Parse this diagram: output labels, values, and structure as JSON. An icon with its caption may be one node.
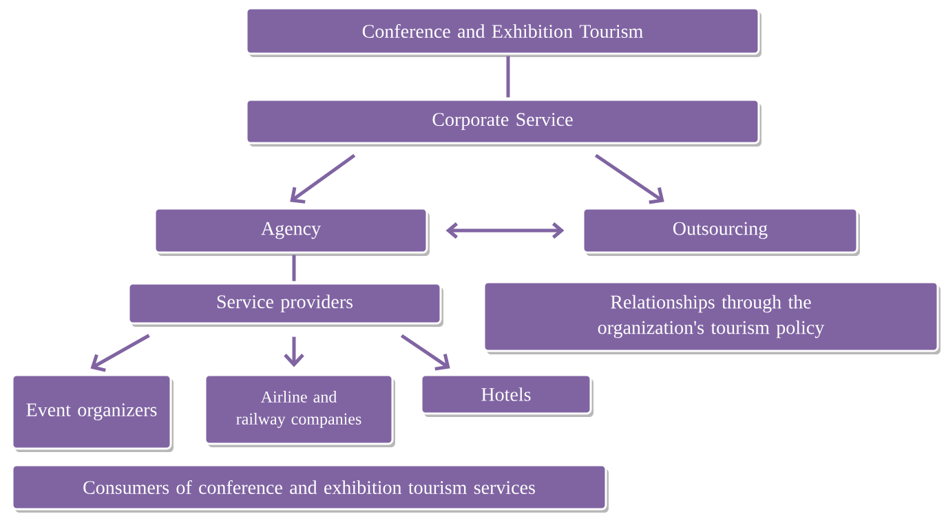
{
  "diagram": {
    "nodes": [
      {
        "text": [
          "Conference and Exhibition Tourism"
        ]
      },
      {
        "text": [
          "Corporate Service"
        ]
      },
      {
        "text": [
          "Agency"
        ]
      },
      {
        "text": [
          "Outsourcing"
        ]
      },
      {
        "text": [
          "Service providers"
        ]
      },
      {
        "text": [
          "Relationships through the organization's tourism policy"
        ]
      },
      {
        "text": [
          "Event organizers"
        ]
      },
      {
        "text": [
          "Airline and railway companies"
        ]
      },
      {
        "text": [
          "Hotels"
        ]
      },
      {
        "text": [
          "Consumers of conference and exhibition tourism services"
        ]
      }
    ],
    "edges": [
      {
        "from": 0,
        "to": 1,
        "arrow": "none"
      },
      {
        "from": 1,
        "to": 2,
        "arrow": "to"
      },
      {
        "from": 1,
        "to": 3,
        "arrow": "to"
      },
      {
        "from": 2,
        "to": 3,
        "arrow": "both"
      },
      {
        "from": 2,
        "to": 4,
        "arrow": "none"
      },
      {
        "from": 4,
        "to": 6,
        "arrow": "to"
      },
      {
        "from": 4,
        "to": 7,
        "arrow": "to"
      },
      {
        "from": 4,
        "to": 8,
        "arrow": "to"
      }
    ]
  }
}
